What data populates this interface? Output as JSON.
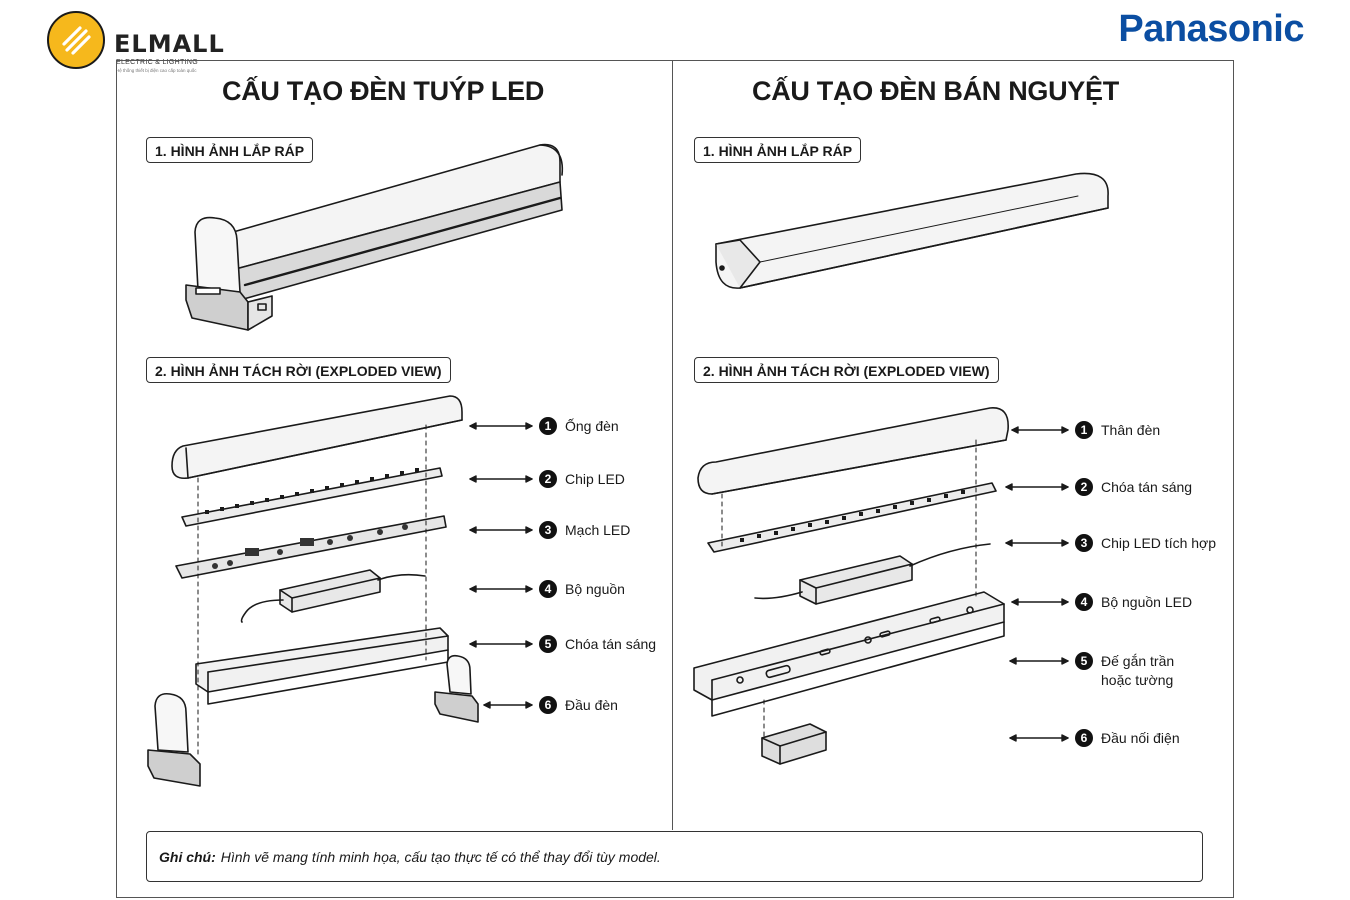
{
  "brand": {
    "name": "ELMALL",
    "tagline": "ELECTRIC & LIGHTING",
    "subtag": "Hệ thống thiết bị điện cao cấp toàn quốc"
  },
  "partner_logo": "Panasonic",
  "panels": [
    {
      "title": "CẤU TẠO ĐÈN TUÝP LED",
      "section1": "1. HÌNH ẢNH LẮP RÁP",
      "section2": "2. HÌNH ẢNH TÁCH RỜI (EXPLODED VIEW)",
      "parts": [
        {
          "num": "1",
          "label": "Ống đèn"
        },
        {
          "num": "2",
          "label": "Chip LED"
        },
        {
          "num": "3",
          "label": "Mạch LED"
        },
        {
          "num": "4",
          "label": "Bộ nguồn"
        },
        {
          "num": "5",
          "label": "Chóa tán sáng"
        },
        {
          "num": "6",
          "label": "Đầu đèn"
        }
      ]
    },
    {
      "title": "CẤU TẠO ĐÈN BÁN NGUYỆT",
      "section1": "1. HÌNH ẢNH LẮP RÁP",
      "section2": "2. HÌNH ẢNH TÁCH RỜI (EXPLODED VIEW)",
      "parts": [
        {
          "num": "1",
          "label": "Thân đèn"
        },
        {
          "num": "2",
          "label": "Chóa tán sáng"
        },
        {
          "num": "3",
          "label": "Chip LED tích hợp"
        },
        {
          "num": "4",
          "label": "Bộ nguồn LED"
        },
        {
          "num": "5",
          "label": "Đế gắn trần",
          "label2": "hoặc tường"
        },
        {
          "num": "6",
          "label": "Đầu nối điện"
        }
      ]
    }
  ],
  "note": {
    "prefix": "Ghi chú:",
    "text": "Hình vẽ mang tính minh họa, cấu tạo thực tế có thể thay đổi tùy model."
  },
  "colors": {
    "panasonic_blue": "#0b4ea2",
    "brand_yellow": "#f6b81c",
    "line": "#1a1a1a"
  }
}
